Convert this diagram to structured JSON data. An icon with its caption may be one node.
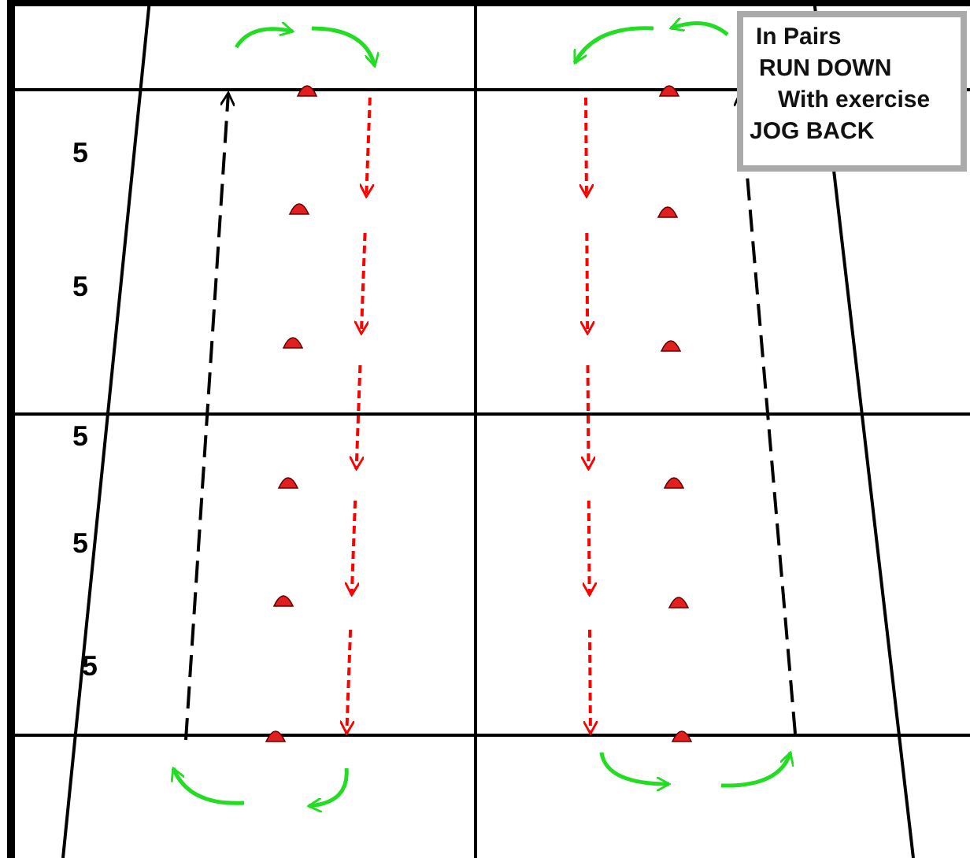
{
  "diagram": {
    "nodes": [
      {
        "text": [
          "In Pairs",
          "RUN DOWN",
          "With exercise",
          "JOG BACK"
        ]
      }
    ],
    "labels": [
      "5",
      "5",
      "5",
      "5",
      "5"
    ]
  }
}
